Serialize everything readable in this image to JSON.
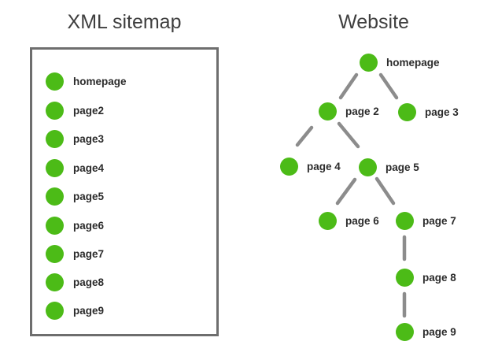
{
  "colors": {
    "node_green": "#4cbb17",
    "edge_gray": "#8c8c8c",
    "box_border": "#6e6e6e",
    "title_color": "#3f3f3f",
    "label_color": "#2b2b2b"
  },
  "left": {
    "title": "XML sitemap",
    "items": [
      {
        "label": "homepage"
      },
      {
        "label": "page2"
      },
      {
        "label": "page3"
      },
      {
        "label": "page4"
      },
      {
        "label": "page5"
      },
      {
        "label": "page6"
      },
      {
        "label": "page7"
      },
      {
        "label": "page8"
      },
      {
        "label": "page9"
      }
    ]
  },
  "right": {
    "title": "Website",
    "nodes": [
      {
        "label": "homepage"
      },
      {
        "label": "page 2"
      },
      {
        "label": "page 3"
      },
      {
        "label": "page 4"
      },
      {
        "label": "page 5"
      },
      {
        "label": "page 6"
      },
      {
        "label": "page 7"
      },
      {
        "label": "page 8"
      },
      {
        "label": "page 9"
      }
    ],
    "edges": [
      {
        "from": "homepage",
        "to": "page 2"
      },
      {
        "from": "homepage",
        "to": "page 3"
      },
      {
        "from": "page 2",
        "to": "page 4"
      },
      {
        "from": "page 2",
        "to": "page 5"
      },
      {
        "from": "page 5",
        "to": "page 6"
      },
      {
        "from": "page 5",
        "to": "page 7"
      },
      {
        "from": "page 7",
        "to": "page 8"
      },
      {
        "from": "page 8",
        "to": "page 9"
      }
    ]
  }
}
